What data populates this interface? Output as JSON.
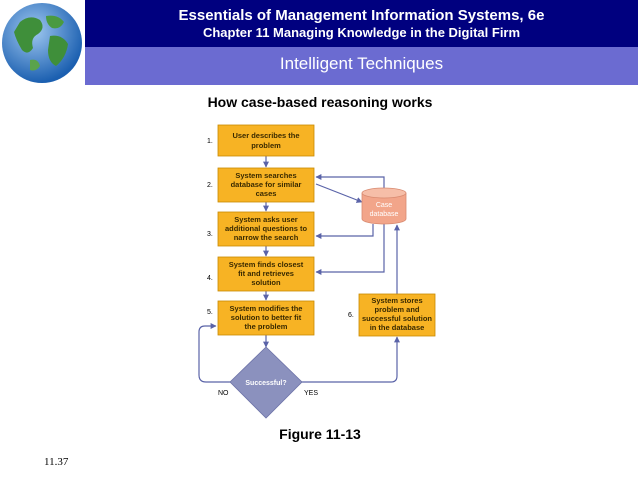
{
  "header": {
    "title": "Essentials of Management Information Systems, 6e",
    "chapter": "Chapter 11 Managing Knowledge in the Digital Firm",
    "section": "Intelligent Techniques"
  },
  "diagram": {
    "title": "How case-based reasoning works",
    "steps": [
      {
        "number": "1.",
        "lines": [
          "User describes the",
          "problem"
        ]
      },
      {
        "number": "2.",
        "lines": [
          "System searches",
          "database for similar",
          "cases"
        ]
      },
      {
        "number": "3.",
        "lines": [
          "System asks user",
          "additional questions to",
          "narrow the search"
        ]
      },
      {
        "number": "4.",
        "lines": [
          "System finds closest",
          "fit and retrieves",
          "solution"
        ]
      },
      {
        "number": "5.",
        "lines": [
          "System modifies the",
          "solution to better fit",
          "the problem"
        ]
      },
      {
        "number": "6.",
        "lines": [
          "System stores",
          "problem and",
          "successful solution",
          "in the database"
        ]
      }
    ],
    "database": {
      "lines": [
        "Case",
        "database"
      ]
    },
    "decision": {
      "label": "Successful?",
      "no": "NO",
      "yes": "YES"
    },
    "colors": {
      "box": "#f7b324",
      "box_border": "#c98a00",
      "database": "#f2a58a",
      "decision": "#8b91be",
      "line": "#5a63a8"
    }
  },
  "footer": {
    "figure": "Figure 11-13",
    "slide_number": "11.37"
  }
}
